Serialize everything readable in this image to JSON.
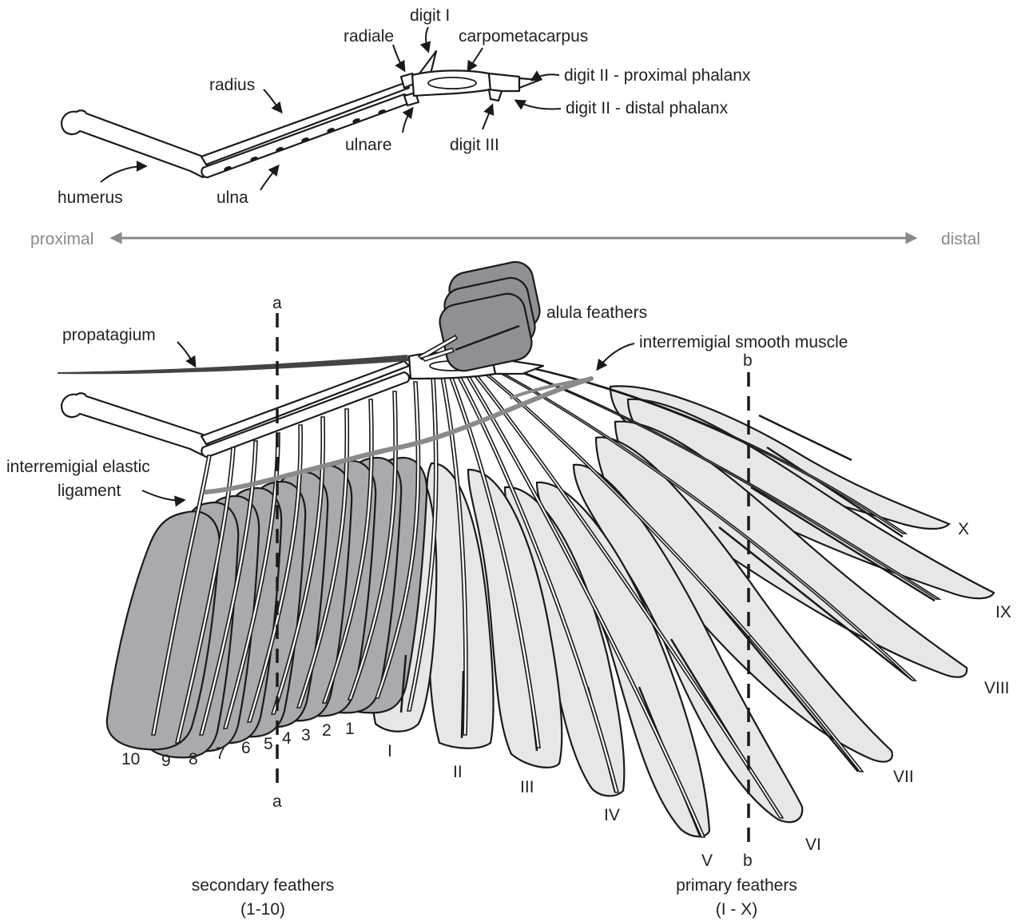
{
  "labels": {
    "digit_i": "digit I",
    "radiale": "radiale",
    "carpometacarpus": "carpometacarpus",
    "digit_ii_proximal": "digit II - proximal phalanx",
    "digit_ii_distal": "digit II - distal phalanx",
    "radius": "radius",
    "ulnare": "ulnare",
    "digit_iii": "digit III",
    "humerus": "humerus",
    "ulna": "ulna",
    "proximal": "proximal",
    "distal": "distal",
    "alula_feathers": "alula feathers",
    "propatagium": "propatagium",
    "interremigial_smooth_muscle": "interremigial smooth muscle",
    "interremigial_elastic_ligament_1": "interremigial elastic",
    "interremigial_elastic_ligament_2": "ligament",
    "section_a": "a",
    "section_b": "b",
    "secondary_feathers": "secondary feathers",
    "secondary_range": "(1-10)",
    "primary_feathers": "primary feathers",
    "primary_range": "(I - X)"
  },
  "secondary_numbers": [
    "1",
    "2",
    "3",
    "4",
    "5",
    "6",
    "7",
    "8",
    "9",
    "10"
  ],
  "primary_numerals": [
    "I",
    "II",
    "III",
    "IV",
    "V",
    "VI",
    "VII",
    "VIII",
    "IX",
    "X"
  ],
  "colors": {
    "secondary_fill": "#a9aaad",
    "primary_fill": "#e6e7e8",
    "alula_fill": "#8f9094",
    "muscle_ligament": "#8a8a8a",
    "propatagium": "#444444",
    "axis_arrow": "#8a8a8a",
    "outline": "#1a1a1a"
  }
}
